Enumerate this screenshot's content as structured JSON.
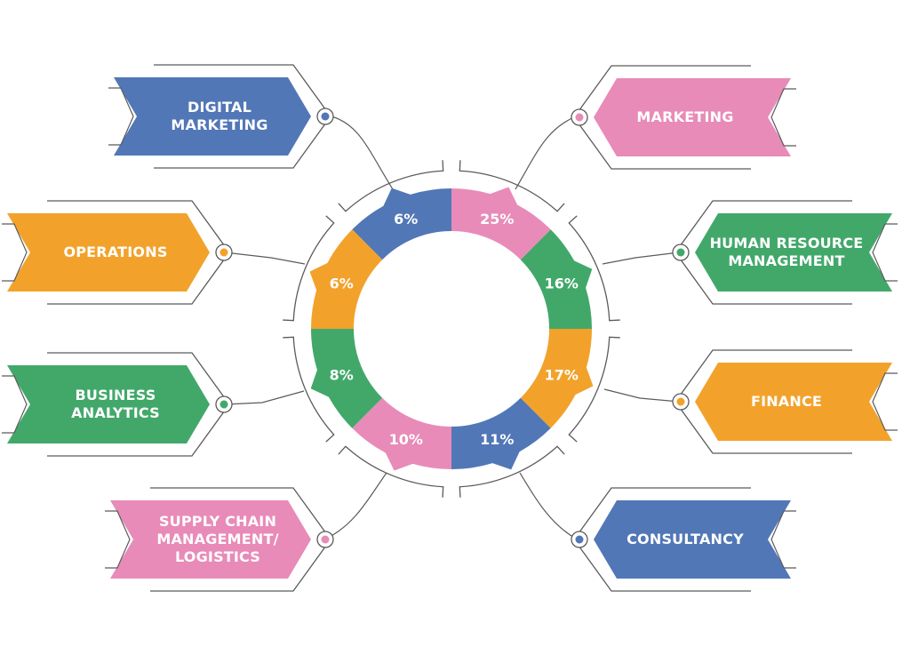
{
  "colors": {
    "blue": "#5177b7",
    "pink": "#e88bb8",
    "green": "#42a86a",
    "orange": "#f2a22b",
    "outline": "#5b5b5b"
  },
  "ring_segments": [
    {
      "label": "6%",
      "color": "blue"
    },
    {
      "label": "25%",
      "color": "pink"
    },
    {
      "label": "16%",
      "color": "green"
    },
    {
      "label": "17%",
      "color": "orange"
    },
    {
      "label": "11%",
      "color": "blue"
    },
    {
      "label": "10%",
      "color": "pink"
    },
    {
      "label": "8%",
      "color": "green"
    },
    {
      "label": "6%",
      "color": "orange"
    }
  ],
  "banners": {
    "digital_marketing": {
      "lines": [
        "DIGITAL",
        "MARKETING"
      ],
      "color": "blue"
    },
    "operations": {
      "lines": [
        "OPERATIONS"
      ],
      "color": "orange"
    },
    "business_analytics": {
      "lines": [
        "BUSINESS",
        "ANALYTICS"
      ],
      "color": "green"
    },
    "supply_chain": {
      "lines": [
        "SUPPLY CHAIN",
        "MANAGEMENT/",
        "LOGISTICS"
      ],
      "color": "pink"
    },
    "marketing": {
      "lines": [
        "MARKETING"
      ],
      "color": "pink"
    },
    "human_resource": {
      "lines": [
        "HUMAN RESOURCE",
        "MANAGEMENT"
      ],
      "color": "green"
    },
    "finance": {
      "lines": [
        "FINANCE"
      ],
      "color": "orange"
    },
    "consultancy": {
      "lines": [
        "CONSULTANCY"
      ],
      "color": "blue"
    }
  }
}
